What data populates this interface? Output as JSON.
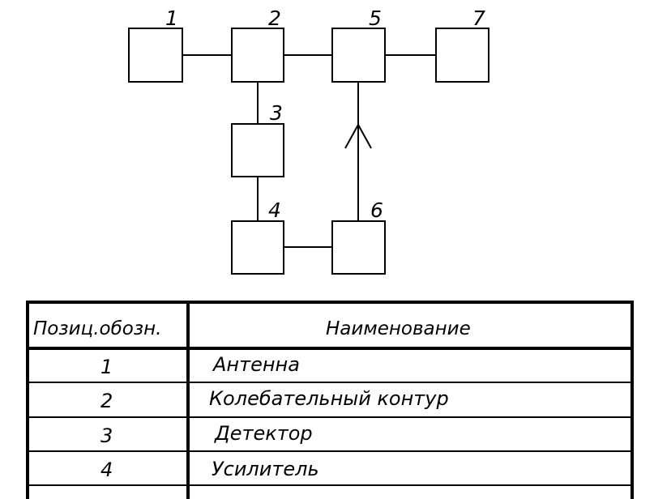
{
  "diagram": {
    "blocks": [
      {
        "id": "1",
        "label": "1"
      },
      {
        "id": "2",
        "label": "2"
      },
      {
        "id": "3",
        "label": "3"
      },
      {
        "id": "4",
        "label": "4"
      },
      {
        "id": "5",
        "label": "5"
      },
      {
        "id": "6",
        "label": "6"
      },
      {
        "id": "7",
        "label": "7"
      }
    ],
    "connections": [
      {
        "from": "1",
        "to": "2"
      },
      {
        "from": "2",
        "to": "5"
      },
      {
        "from": "5",
        "to": "7"
      },
      {
        "from": "2",
        "to": "3"
      },
      {
        "from": "3",
        "to": "4"
      },
      {
        "from": "4",
        "to": "6"
      },
      {
        "from": "6",
        "to": "5",
        "arrow": true
      }
    ]
  },
  "table": {
    "headers": [
      "Позиц.обозн.",
      "Наименование"
    ],
    "rows": [
      {
        "pos": "1",
        "name": "Антенна"
      },
      {
        "pos": "2",
        "name": "Колебательный контур"
      },
      {
        "pos": "3",
        "name": "Детектор"
      },
      {
        "pos": "4",
        "name": "Усилитель"
      },
      {
        "pos": "",
        "name": ""
      }
    ]
  }
}
